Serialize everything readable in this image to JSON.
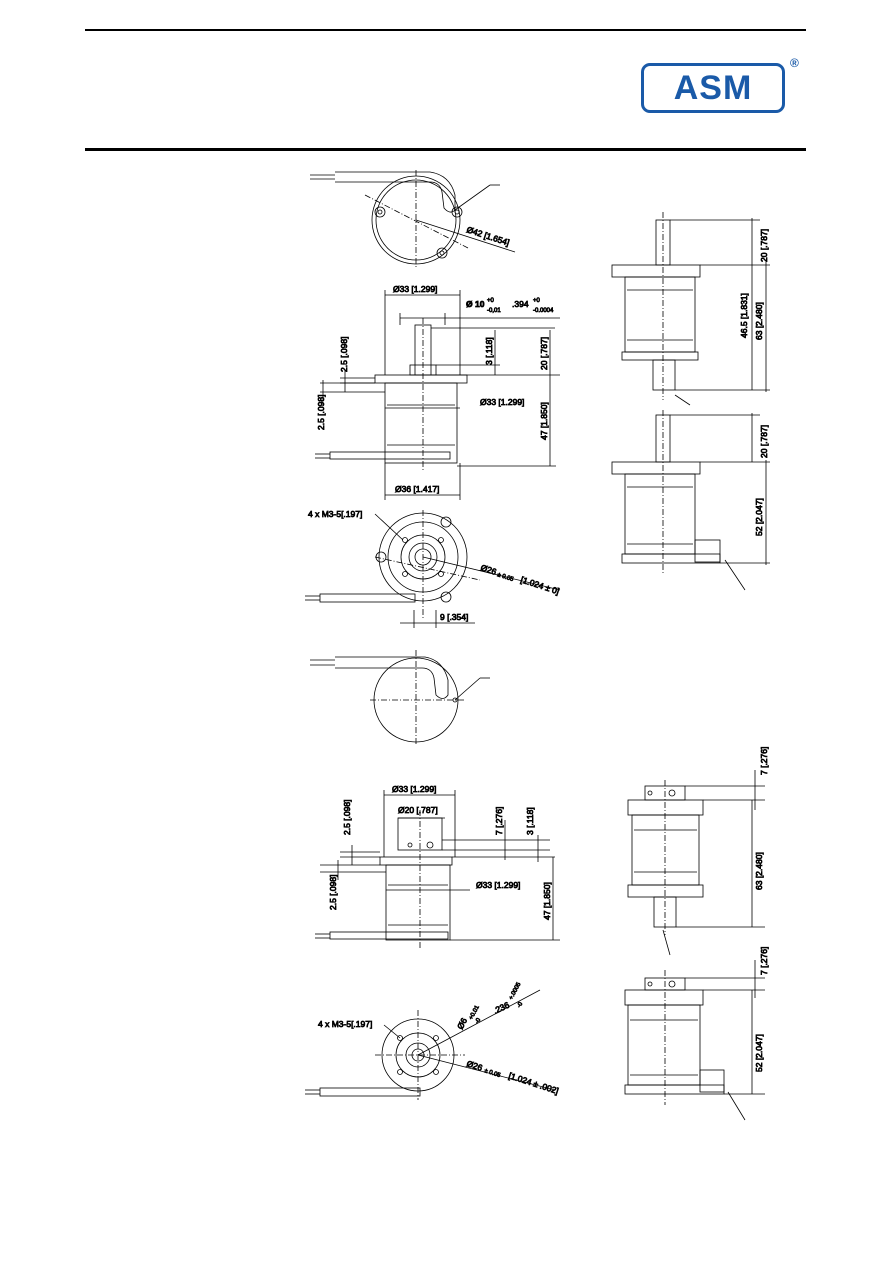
{
  "header": {
    "logo_text": "ASM",
    "registered_mark": "®",
    "brand_color": "#1a5aa8"
  },
  "drawing1": {
    "top_view": {
      "diameter": "Ø42 [1.654]"
    },
    "side_view": {
      "body_dia": "Ø33 [1.299]",
      "shaft_dia": "Ø 10",
      "shaft_tol_upper": "+0",
      "shaft_tol_lower": "-0,01",
      "shaft_inch": ".394",
      "shaft_inch_tol_upper": "+0",
      "shaft_inch_tol_lower": "-0.0004",
      "flange_thickness_a": "2.5 [.098]",
      "flange_thickness_b": "2.5 [.098]",
      "step_height": "3 [.118]",
      "shaft_length": "20 [.787]",
      "housing_dia": "Ø33 [1.299]",
      "housing_length": "47 [1.850]",
      "base_dia": "Ø36 [1.417]"
    },
    "bottom_view": {
      "thread_label": "4 x M3-5[.197]",
      "bolt_circle": "Ø26",
      "bolt_circle_tol": "± 0.05",
      "bolt_circle_inch": "[1.024 ± 0]",
      "offset": "9 [.354]"
    },
    "right_upper": {
      "shaft_length": "20 [.787]",
      "body_length": "46.5 [1.831]",
      "total_length": "63 [2.480]"
    },
    "right_lower": {
      "shaft_length": "20 [.787]",
      "body_length": "52 [2.047]"
    }
  },
  "drawing2": {
    "side_view": {
      "body_dia": "Ø33 [1.299]",
      "hub_dia": "Ø20 [.787]",
      "flange_a": "2.5 [.098]",
      "flange_b": "2.5 [.098]",
      "clamp_height": "7 [.276]",
      "step_height": "3 [.118]",
      "housing_dia": "Ø33 [1.299]",
      "housing_length": "47 [1.850]"
    },
    "bottom_view": {
      "thread_label": "4 x M3-5[.197]",
      "bore_dia": "Ø6",
      "bore_tol_upper": "+0.01",
      "bore_tol_lower": "-0",
      "bore_inch": ".236",
      "bore_inch_tol_upper": "+.0005",
      "bore_inch_tol_lower": "-0",
      "bolt_circle": "Ø26",
      "bolt_circle_tol": "± 0.05",
      "bolt_circle_inch": "[1.024 ± .002]"
    },
    "right_upper": {
      "clamp_height": "7 [.276]",
      "total_length": "63 [2.480]"
    },
    "right_lower": {
      "clamp_height": "7 [.276]",
      "body_length": "52 [2.047]"
    }
  }
}
